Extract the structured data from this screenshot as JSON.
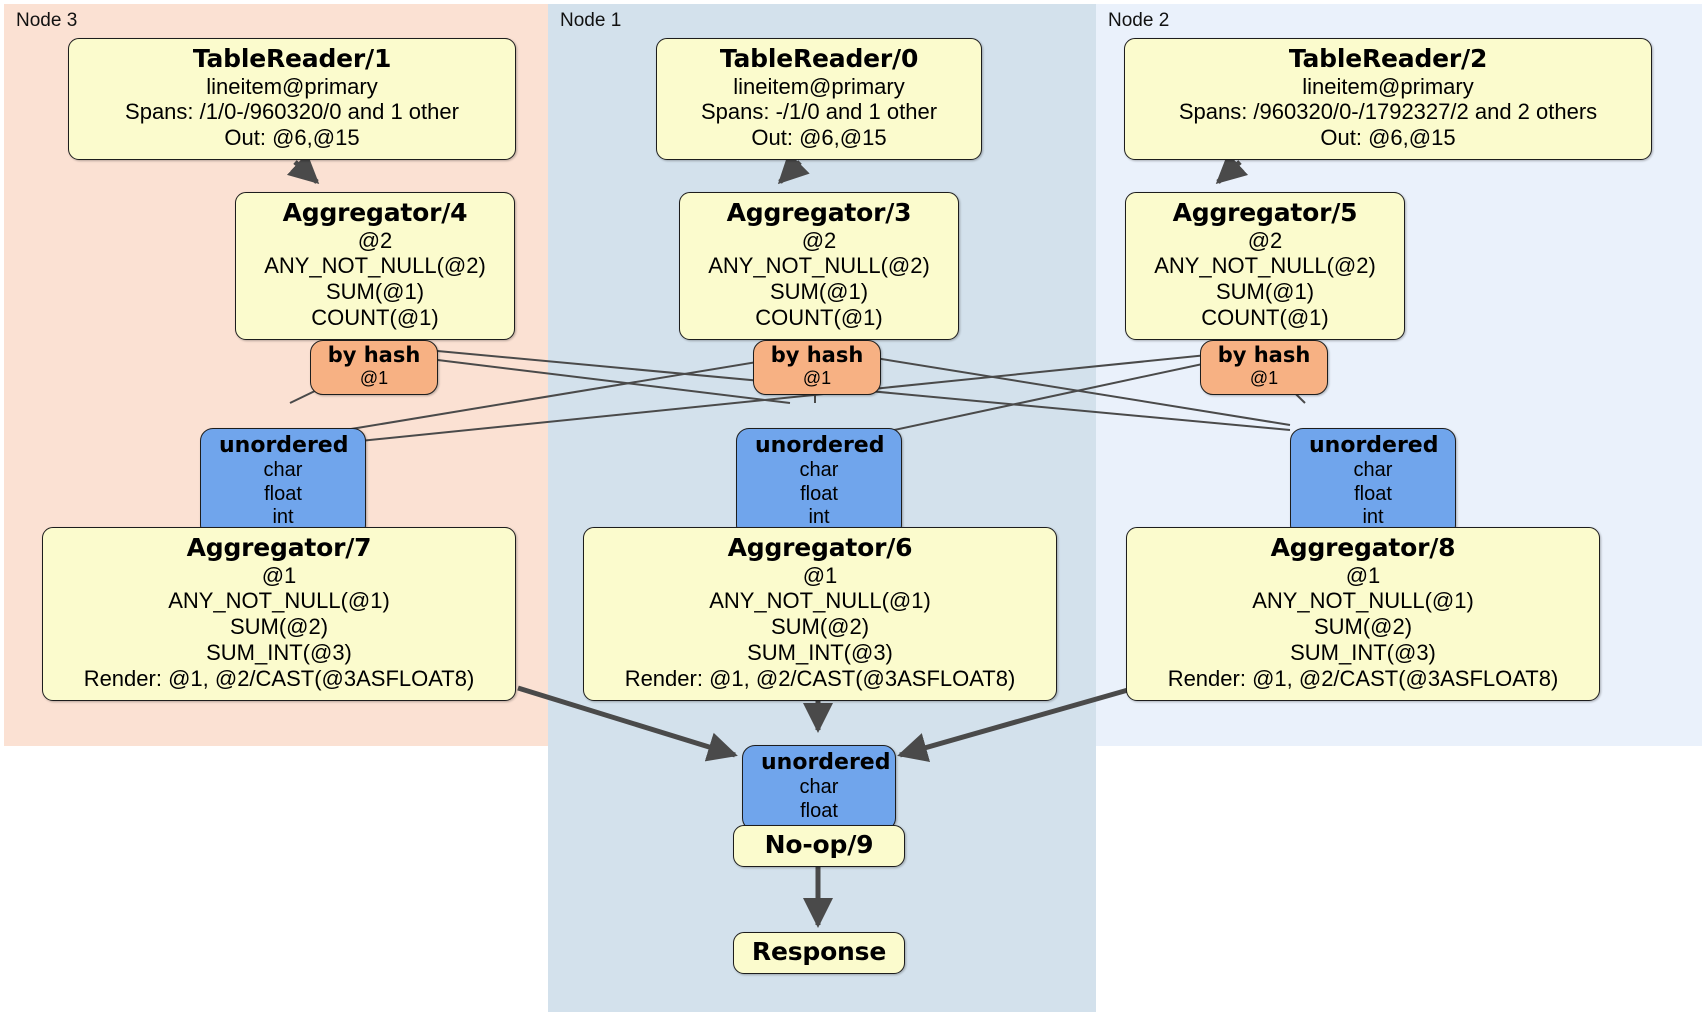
{
  "diagram": {
    "title": "Distributed query plan",
    "colors": {
      "node3_panel": "#fbe1d3",
      "node1_panel": "#d3e1ec",
      "node2_panel": "#eaf1fb",
      "processor_box": "#fbfbcd",
      "router_box": "#f7b183",
      "synchronizer_box": "#70a5ec",
      "edge": "#4a4a4a"
    }
  },
  "panels": [
    {
      "id": "node3",
      "label": "Node 3"
    },
    {
      "id": "node1",
      "label": "Node 1"
    },
    {
      "id": "node2",
      "label": "Node 2"
    }
  ],
  "nodes": {
    "table_reader_1": {
      "title": "TableReader/1",
      "lines": [
        "lineitem@primary",
        "Spans: /1/0-/960320/0 and 1 other",
        "Out: @6,@15"
      ]
    },
    "table_reader_0": {
      "title": "TableReader/0",
      "lines": [
        "lineitem@primary",
        "Spans: -/1/0 and 1 other",
        "Out: @6,@15"
      ]
    },
    "table_reader_2": {
      "title": "TableReader/2",
      "lines": [
        "lineitem@primary",
        "Spans: /960320/0-/1792327/2 and 2 others",
        "Out: @6,@15"
      ]
    },
    "aggregator_4": {
      "title": "Aggregator/4",
      "lines": [
        "@2",
        "ANY_NOT_NULL(@2)",
        "SUM(@1)",
        "COUNT(@1)"
      ]
    },
    "aggregator_3": {
      "title": "Aggregator/3",
      "lines": [
        "@2",
        "ANY_NOT_NULL(@2)",
        "SUM(@1)",
        "COUNT(@1)"
      ]
    },
    "aggregator_5": {
      "title": "Aggregator/5",
      "lines": [
        "@2",
        "ANY_NOT_NULL(@2)",
        "SUM(@1)",
        "COUNT(@1)"
      ]
    },
    "by_hash_left": {
      "title": "by hash",
      "lines": [
        "@1"
      ]
    },
    "by_hash_center": {
      "title": "by hash",
      "lines": [
        "@1"
      ]
    },
    "by_hash_right": {
      "title": "by hash",
      "lines": [
        "@1"
      ]
    },
    "unordered_left": {
      "title": "unordered",
      "lines": [
        "char",
        "float",
        "int"
      ]
    },
    "unordered_center": {
      "title": "unordered",
      "lines": [
        "char",
        "float",
        "int"
      ]
    },
    "unordered_right": {
      "title": "unordered",
      "lines": [
        "char",
        "float",
        "int"
      ]
    },
    "aggregator_7": {
      "title": "Aggregator/7",
      "lines": [
        "@1",
        "ANY_NOT_NULL(@1)",
        "SUM(@2)",
        "SUM_INT(@3)",
        "Render: @1, @2/CAST(@3ASFLOAT8)"
      ]
    },
    "aggregator_6": {
      "title": "Aggregator/6",
      "lines": [
        "@1",
        "ANY_NOT_NULL(@1)",
        "SUM(@2)",
        "SUM_INT(@3)",
        "Render: @1, @2/CAST(@3ASFLOAT8)"
      ]
    },
    "aggregator_8": {
      "title": "Aggregator/8",
      "lines": [
        "@1",
        "ANY_NOT_NULL(@1)",
        "SUM(@2)",
        "SUM_INT(@3)",
        "Render: @1, @2/CAST(@3ASFLOAT8)"
      ]
    },
    "unordered_final": {
      "title": "unordered",
      "lines": [
        "char",
        "float"
      ]
    },
    "no_op_9": {
      "title": "No-op/9"
    },
    "response": {
      "title": "Response"
    }
  }
}
